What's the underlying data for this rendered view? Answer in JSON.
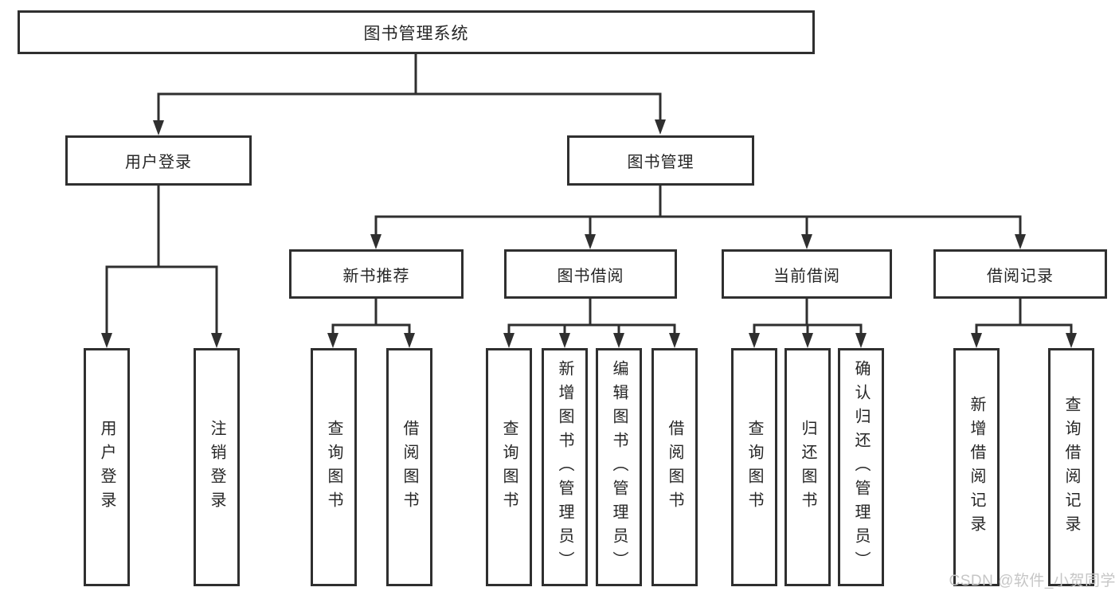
{
  "tree": {
    "root": {
      "label": "图书管理系统",
      "children": [
        {
          "label": "用户登录",
          "children": [
            {
              "label": "用户登录"
            },
            {
              "label": "注销登录"
            }
          ]
        },
        {
          "label": "图书管理",
          "children": [
            {
              "label": "新书推荐",
              "children": [
                {
                  "label": "查询图书"
                },
                {
                  "label": "借阅图书"
                }
              ]
            },
            {
              "label": "图书借阅",
              "children": [
                {
                  "label": "查询图书"
                },
                {
                  "label": "新增图书（管理员）"
                },
                {
                  "label": "编辑图书（管理员）"
                },
                {
                  "label": "借阅图书"
                }
              ]
            },
            {
              "label": "当前借阅",
              "children": [
                {
                  "label": "查询图书"
                },
                {
                  "label": "归还图书"
                },
                {
                  "label": "确认归还（管理员）"
                }
              ]
            },
            {
              "label": "借阅记录",
              "children": [
                {
                  "label": "新增借阅记录"
                },
                {
                  "label": "查询借阅记录"
                }
              ]
            }
          ]
        }
      ]
    }
  },
  "watermark": "CSDN @软件_小贺同学",
  "colors": {
    "line": "#2f2f2f",
    "text": "#262626",
    "background": "#ffffff",
    "watermark": "#c6c6c6"
  }
}
